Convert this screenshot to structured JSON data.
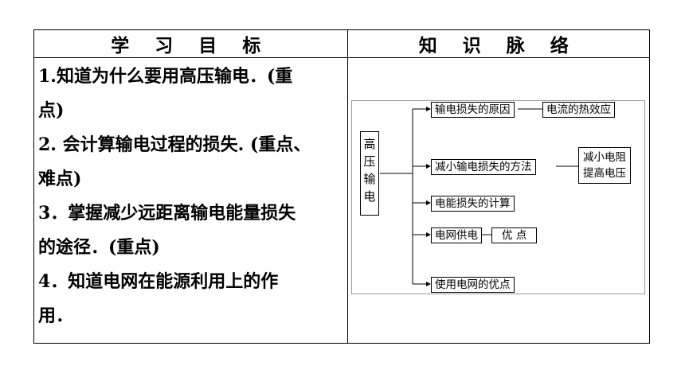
{
  "headers": {
    "goals": "学 习 目 标",
    "context": "知 识 脉 络"
  },
  "goals_lines": [
    "1.知道为什么要用高压输电．(重",
    "点)",
    "2. 会计算输电过程的损失. (重点、",
    "难点)",
    "3．掌握减少远距离输电能量损失",
    "的途径．(重点)",
    "4．知道电网在能源利用上的作",
    "用．"
  ],
  "diagram": {
    "root": [
      "高",
      "压",
      "输",
      "电"
    ],
    "branches": [
      {
        "label": "输电损失的原因",
        "child": "电流的热效应"
      },
      {
        "label": "减小输电损失的方法",
        "child": [
          "减小电阻",
          "提高电压"
        ]
      },
      {
        "label": "电能损失的计算"
      },
      {
        "label": "电网供电",
        "child": "优 点"
      },
      {
        "label": "使用电网的优点"
      }
    ]
  }
}
